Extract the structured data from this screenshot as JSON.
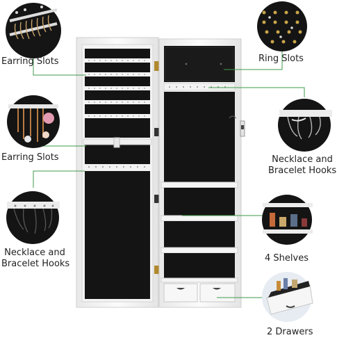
{
  "labels": {
    "earring_slots_top": "Earring Slots",
    "earring_slots_mid": "Earring Slots",
    "necklace_left_line1": "Necklace and",
    "necklace_left_line2": "Bracelet Hooks",
    "ring_slots": "Ring Slots",
    "necklace_right_line1": "Necklace and",
    "necklace_right_line2": "Bracelet Hooks",
    "shelves": "4 Shelves",
    "drawers": "2 Drawers"
  },
  "icons": {
    "earring_slots_top": "earring-slots-icon",
    "earring_slots_mid": "earring-hooks-icon",
    "necklace_left": "necklace-hooks-icon",
    "ring_slots": "ring-slots-icon",
    "necklace_right": "bracelet-hooks-icon",
    "shelves": "shelf-items-icon",
    "drawers": "drawer-icon"
  },
  "colors": {
    "callout_line": "#3f9a4a",
    "cabinet_white": "#f6f6f6",
    "interior_black": "#141414"
  }
}
